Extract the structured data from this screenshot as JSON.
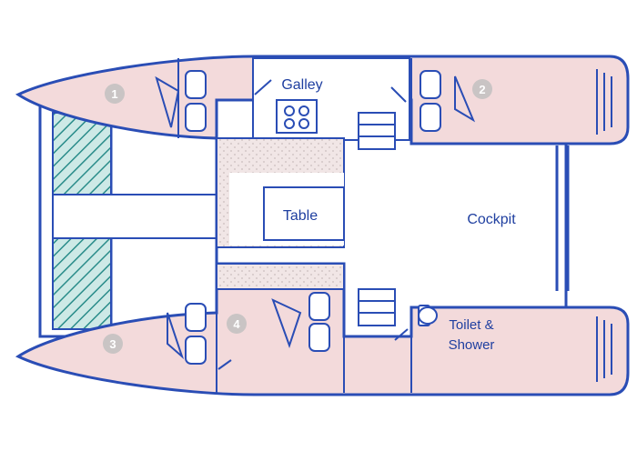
{
  "colors": {
    "outline": "#2a4db5",
    "hull_fill": "#f3dadb",
    "deck_fill": "#ffffff",
    "hatch_fill": "#cde9e6",
    "hatch_line": "#2a8c8a",
    "number_badge": "#c9c4c4",
    "label": "#1f3fa0"
  },
  "labels": {
    "galley": "Galley",
    "table": "Table",
    "cockpit": "Cockpit",
    "toilet_line1": "Toilet &",
    "toilet_line2": "Shower"
  },
  "cabins": [
    "1",
    "2",
    "3",
    "4"
  ]
}
